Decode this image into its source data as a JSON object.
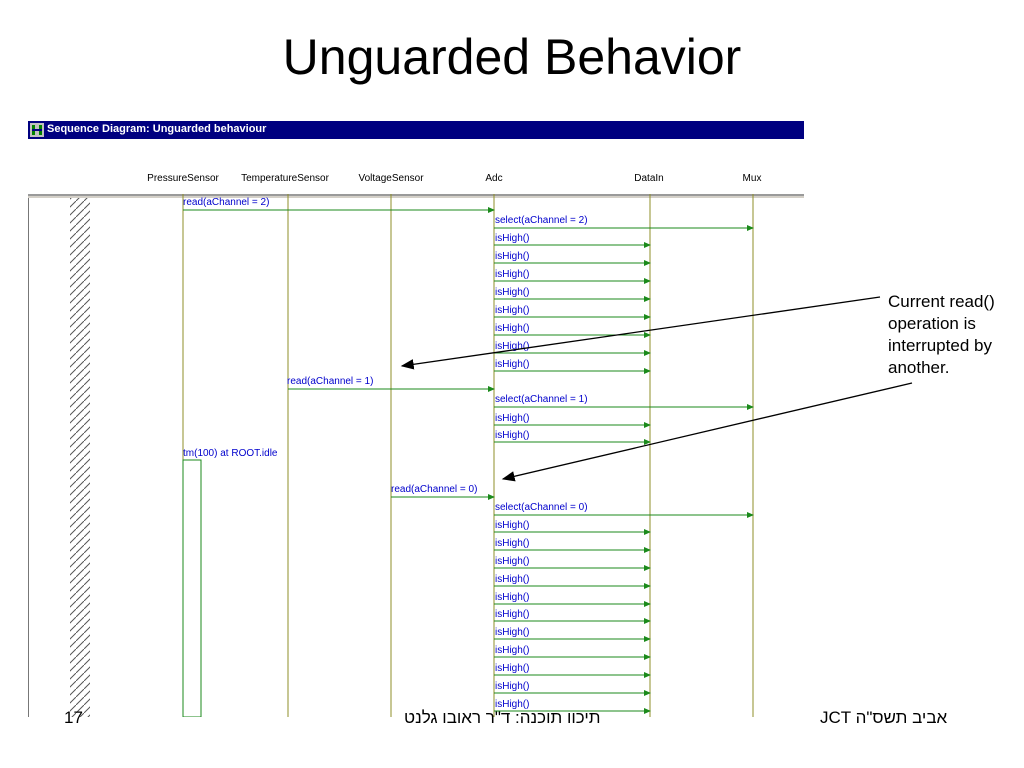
{
  "slide": {
    "title": "Unguarded Behavior"
  },
  "window": {
    "title": "Sequence Diagram: Unguarded behaviour"
  },
  "objects": [
    "PressureSensor",
    "TemperatureSensor",
    "VoltageSensor",
    "Adc",
    "DataIn",
    "Mux"
  ],
  "messages": {
    "read2": "read(aChannel = 2)",
    "select2": "select(aChannel = 2)",
    "read1": "read(aChannel = 1)",
    "select1": "select(aChannel = 1)",
    "tm": "tm(100) at ROOT.idle",
    "read0": "read(aChannel = 0)",
    "select0": "select(aChannel = 0)",
    "ishigh": "isHigh()"
  },
  "callout": {
    "text": "Current read() operation is interrupted by another."
  },
  "footer": {
    "left": "17",
    "center": "תיכון תוכנה: ד\"ר ראובן גלנט",
    "right": "JCT אביב תשס\"ה"
  },
  "colors": {
    "lifeline": "#8f8f2a",
    "arrow": "#1b8a1b",
    "label": "#0000cc",
    "titlebar": "#000080"
  }
}
